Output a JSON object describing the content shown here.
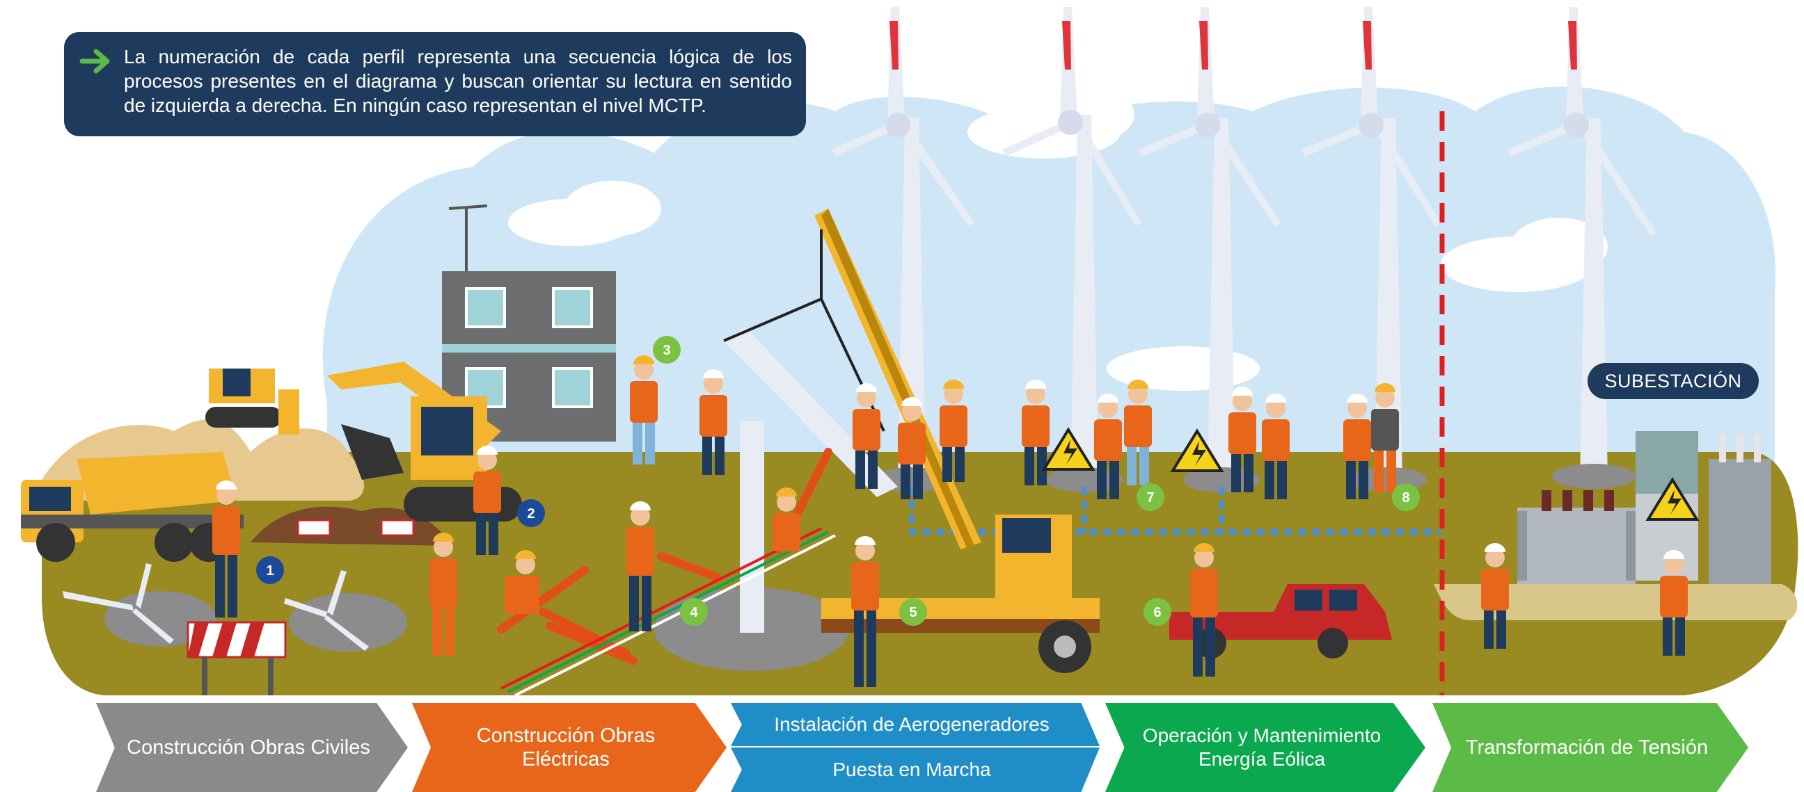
{
  "note": {
    "text": "La numeración de cada perfil representa una secuencia lógica de los procesos presentes en el diagrama y buscan orientar su lectura en sentido de izquierda a derecha. En ningún caso representan el nivel MCTP."
  },
  "substation_label": "SUBESTACIÓN",
  "badges": [
    "1",
    "2",
    "3",
    "4",
    "5",
    "6",
    "7",
    "8"
  ],
  "stages": {
    "civil": "Construcción Obras Civiles",
    "electrical": "Construcción Obras Eléctricas",
    "install": "Instalación de Aerogeneradores",
    "commissioning": "Puesta en Marcha",
    "om": "Operación y Mantenimiento Energía Eólica",
    "transform": "Transformación de Tensión"
  },
  "colors": {
    "note_bg": "#1e3a5c",
    "civil": "#8a8a8a",
    "electrical": "#e8661a",
    "install": "#1f8ec6",
    "om": "#0aa84f",
    "transform": "#5cbb46",
    "ground": "#9a8a22",
    "sky": "#cfe6f6",
    "divider": "#e02020",
    "badge_blue": "#1b4a9a",
    "badge_green": "#7cc242"
  },
  "icons": [
    "arrow-right-icon",
    "warning-high-voltage-icon"
  ]
}
